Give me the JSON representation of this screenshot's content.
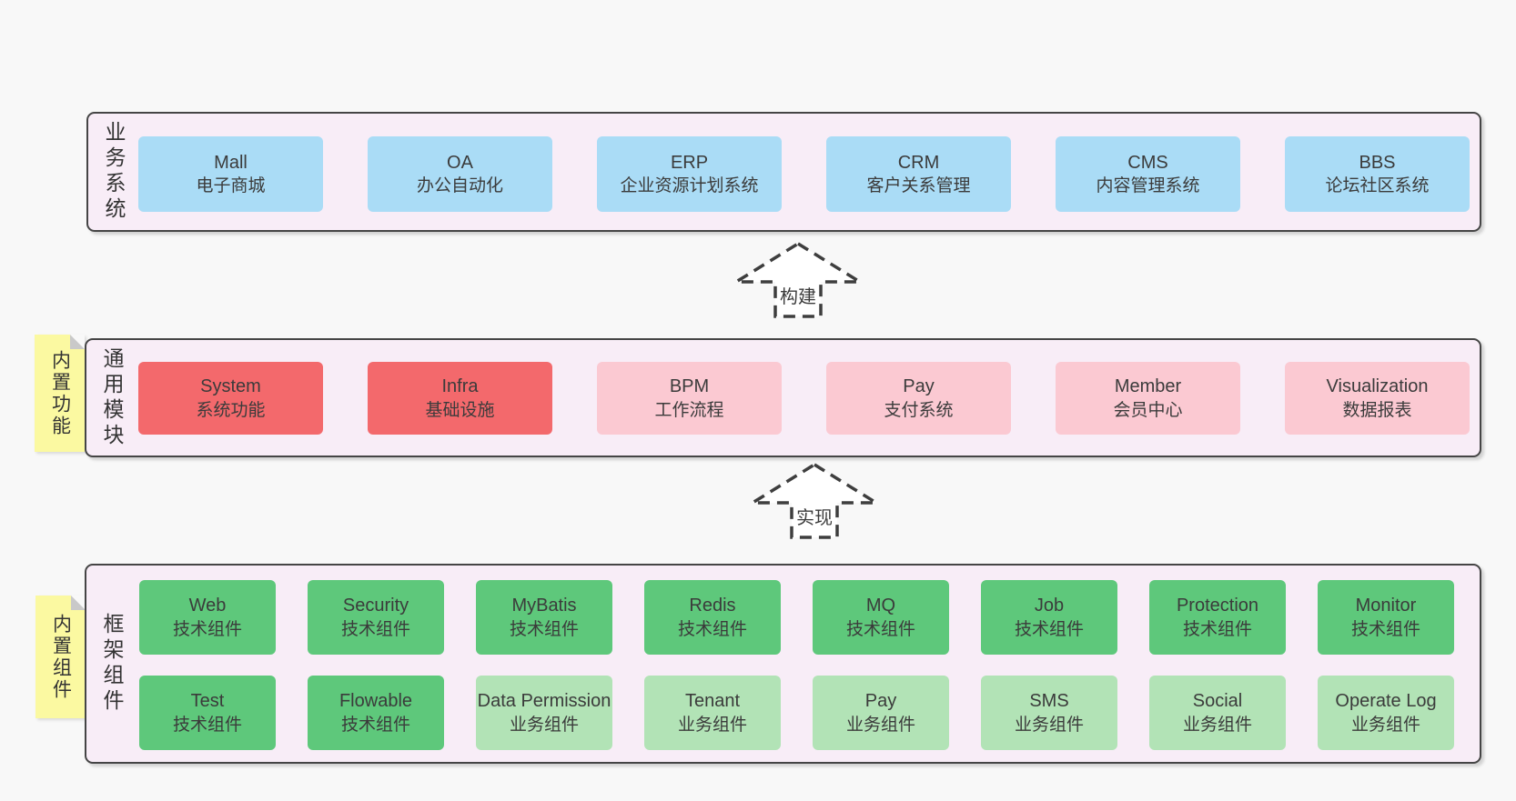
{
  "colors": {
    "page_bg": "#f8f8f8",
    "layer_bg": "#f8edf7",
    "layer_border": "#454545",
    "blue": "#aadcf6",
    "red": "#f3696c",
    "pink": "#fbc9d2",
    "green_dark": "#5ec87b",
    "green_light": "#b2e3b6",
    "sticky_yellow": "#fbf9a1",
    "sticky_fold": "#c9c9c9",
    "text": "#3b3b3b"
  },
  "arrows": {
    "build": "构建",
    "implement": "实现"
  },
  "business": {
    "label": "业务系统",
    "boxes": [
      {
        "title": "Mall",
        "subtitle": "电子商城",
        "variant": "blue"
      },
      {
        "title": "OA",
        "subtitle": "办公自动化",
        "variant": "blue"
      },
      {
        "title": "ERP",
        "subtitle": "企业资源计划系统",
        "variant": "blue"
      },
      {
        "title": "CRM",
        "subtitle": "客户关系管理",
        "variant": "blue"
      },
      {
        "title": "CMS",
        "subtitle": "内容管理系统",
        "variant": "blue"
      },
      {
        "title": "BBS",
        "subtitle": "论坛社区系统",
        "variant": "blue"
      }
    ]
  },
  "modules": {
    "label": "通用模块",
    "sticky": "内置功能",
    "boxes": [
      {
        "title": "System",
        "subtitle": "系统功能",
        "variant": "red"
      },
      {
        "title": "Infra",
        "subtitle": "基础设施",
        "variant": "red"
      },
      {
        "title": "BPM",
        "subtitle": "工作流程",
        "variant": "pink"
      },
      {
        "title": "Pay",
        "subtitle": "支付系统",
        "variant": "pink"
      },
      {
        "title": "Member",
        "subtitle": "会员中心",
        "variant": "pink"
      },
      {
        "title": "Visualization",
        "subtitle": "数据报表",
        "variant": "pink"
      }
    ]
  },
  "components": {
    "label": "框架组件",
    "sticky": "内置组件",
    "row1": [
      {
        "title": "Web",
        "subtitle": "技术组件",
        "variant": "green_dark"
      },
      {
        "title": "Security",
        "subtitle": "技术组件",
        "variant": "green_dark"
      },
      {
        "title": "MyBatis",
        "subtitle": "技术组件",
        "variant": "green_dark"
      },
      {
        "title": "Redis",
        "subtitle": "技术组件",
        "variant": "green_dark"
      },
      {
        "title": "MQ",
        "subtitle": "技术组件",
        "variant": "green_dark"
      },
      {
        "title": "Job",
        "subtitle": "技术组件",
        "variant": "green_dark"
      },
      {
        "title": "Protection",
        "subtitle": "技术组件",
        "variant": "green_dark"
      },
      {
        "title": "Monitor",
        "subtitle": "技术组件",
        "variant": "green_dark"
      }
    ],
    "row2": [
      {
        "title": "Test",
        "subtitle": "技术组件",
        "variant": "green_dark"
      },
      {
        "title": "Flowable",
        "subtitle": "技术组件",
        "variant": "green_dark"
      },
      {
        "title": "Data Permission",
        "subtitle": "业务组件",
        "variant": "green_light"
      },
      {
        "title": "Tenant",
        "subtitle": "业务组件",
        "variant": "green_light"
      },
      {
        "title": "Pay",
        "subtitle": "业务组件",
        "variant": "green_light"
      },
      {
        "title": "SMS",
        "subtitle": "业务组件",
        "variant": "green_light"
      },
      {
        "title": "Social",
        "subtitle": "业务组件",
        "variant": "green_light"
      },
      {
        "title": "Operate Log",
        "subtitle": "业务组件",
        "variant": "green_light"
      }
    ]
  }
}
